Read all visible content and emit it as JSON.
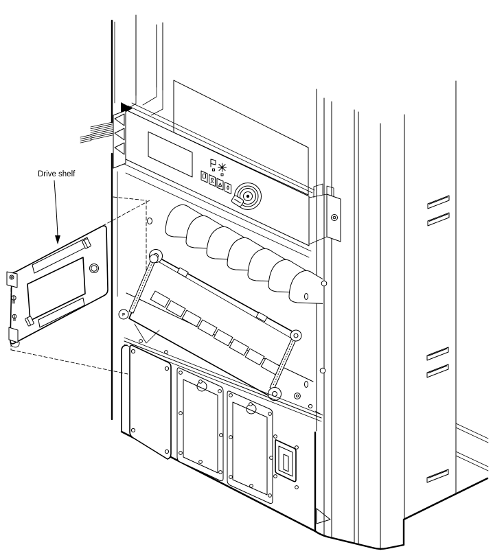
{
  "figure": {
    "title_label": "Drive shelf",
    "marker_label": "P"
  },
  "colors": {
    "line": "#000000",
    "background": "#ffffff",
    "panel_black": "#000000",
    "interior_gray": "#d8d8d8",
    "display_gray": "#cfcfcf",
    "inset_gray": "#b9b9b9",
    "band_gray": "#cccccc",
    "shadow_gray": "#c8c8c8"
  },
  "icons": {
    "above_buttons": [
      "flag-p-icon",
      "star-icon"
    ],
    "on_buttons": [
      "document-icon",
      "person-icon",
      "warning-icon",
      "droplet-icon"
    ],
    "other": [
      "key-switch",
      "screw-icon",
      "clip-icon",
      "arrow-icon"
    ]
  }
}
